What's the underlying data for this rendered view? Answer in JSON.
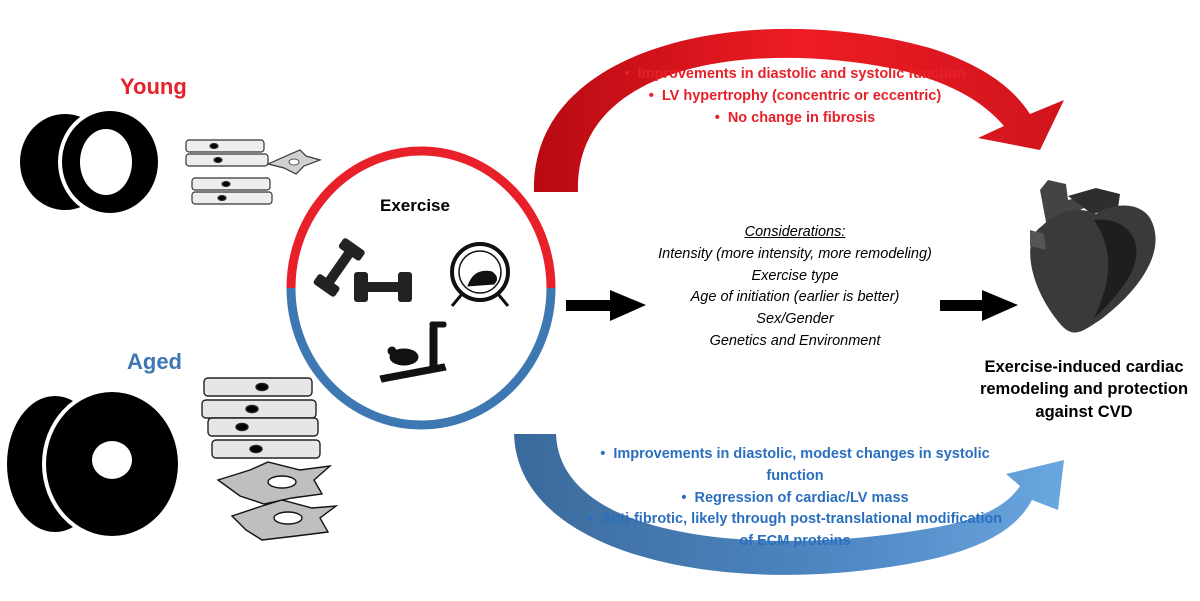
{
  "groups": {
    "young": "Young",
    "aged": "Aged"
  },
  "exercise": {
    "title": "Exercise",
    "icons": [
      "dumbbell-icon",
      "running-wheel-icon",
      "treadmill-mouse-icon"
    ]
  },
  "young_effects": [
    "Improvements in diastolic and systolic function",
    "LV hypertrophy (concentric or eccentric)",
    "No change in fibrosis"
  ],
  "aged_effects": [
    "Improvements in diastolic, modest changes in systolic function",
    "Regression of cardiac/LV mass",
    "Anti-fibrotic, likely through post-translational modification of ECM proteins"
  ],
  "considerations": {
    "title": "Considerations:",
    "items": [
      "Intensity (more intensity, more remodeling)",
      "Exercise type",
      "Age of initiation (earlier is better)",
      "Sex/Gender",
      "Genetics and Environment"
    ]
  },
  "outcome": "Exercise-induced cardiac remodeling and protection against CVD",
  "colors": {
    "young": "#e8202a",
    "aged": "#3e78b2",
    "arrow_dark": "#000000"
  }
}
